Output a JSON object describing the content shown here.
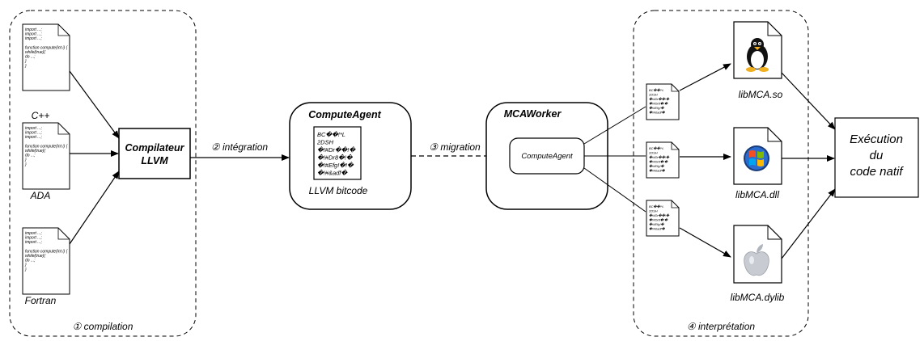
{
  "steps": {
    "compilation": "① compilation",
    "integration": "② intégration",
    "migration": "③ migration",
    "interpretation": "④ interprétation"
  },
  "languages": [
    "C++",
    "ADA",
    "Fortran"
  ],
  "source_code_lines": [
    "import ...;",
    "import ...;",
    "import ...;",
    "",
    "function compute(int i) {",
    "  while(true){",
    "   do ...;",
    "  }",
    "}"
  ],
  "compiler": {
    "line1": "Compilateur",
    "line2": "LLVM"
  },
  "compute_agent": {
    "title": "ComputeAgent",
    "bitcode_lines": [
      "BC��!*L",
      "2DSH",
      "�!#Dr��!�",
      "�!#Dr8�!�",
      "�!#Efg!�!�",
      "�!#&adf�"
    ],
    "caption": "LLVM bitcode"
  },
  "mca_worker": {
    "title": "MCAWorker",
    "inner": "ComputeAgent"
  },
  "bitcode_mini_lines": [
    "BC��!*L",
    "2DSH",
    "�!#Dr��!�",
    "�!#Dr8�!�",
    "�!#Efg!�",
    "�!#&adf�"
  ],
  "libraries": [
    {
      "name": "libMCA.so",
      "os_icon": "linux-tux-icon"
    },
    {
      "name": "libMCA.dll",
      "os_icon": "windows-logo-icon"
    },
    {
      "name": "libMCA.dylib",
      "os_icon": "apple-logo-icon"
    }
  ],
  "execution": {
    "lines": [
      "Exécution",
      "du",
      "code natif"
    ]
  }
}
